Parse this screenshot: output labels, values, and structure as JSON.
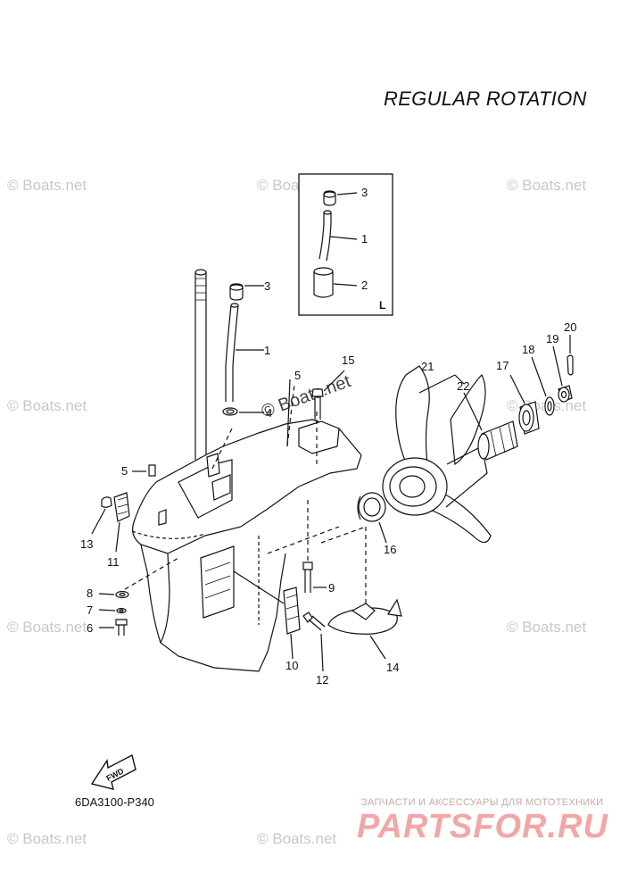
{
  "title": "REGULAR ROTATION",
  "diagram_code": "6DA3100-P340",
  "watermark_text": "© Boats.net",
  "shop": {
    "caption": "ЗАПЧАСТИ И АКСЕССУАРЫ ДЛЯ МОТОТЕХНИКИ",
    "logo": "PARTSFOR.RU"
  },
  "inset": {
    "label": "L",
    "part_numbers": [
      "3",
      "1",
      "2"
    ]
  },
  "direction_label": "FWD",
  "part_callouts": [
    "1",
    "2",
    "3",
    "4",
    "5",
    "5",
    "6",
    "7",
    "8",
    "9",
    "10",
    "11",
    "12",
    "13",
    "14",
    "15",
    "16",
    "17",
    "18",
    "19",
    "20",
    "21",
    "22"
  ],
  "colors": {
    "line": "#111111",
    "watermark": "#c8c8c8",
    "shop_logo": "#f2a6a6"
  }
}
